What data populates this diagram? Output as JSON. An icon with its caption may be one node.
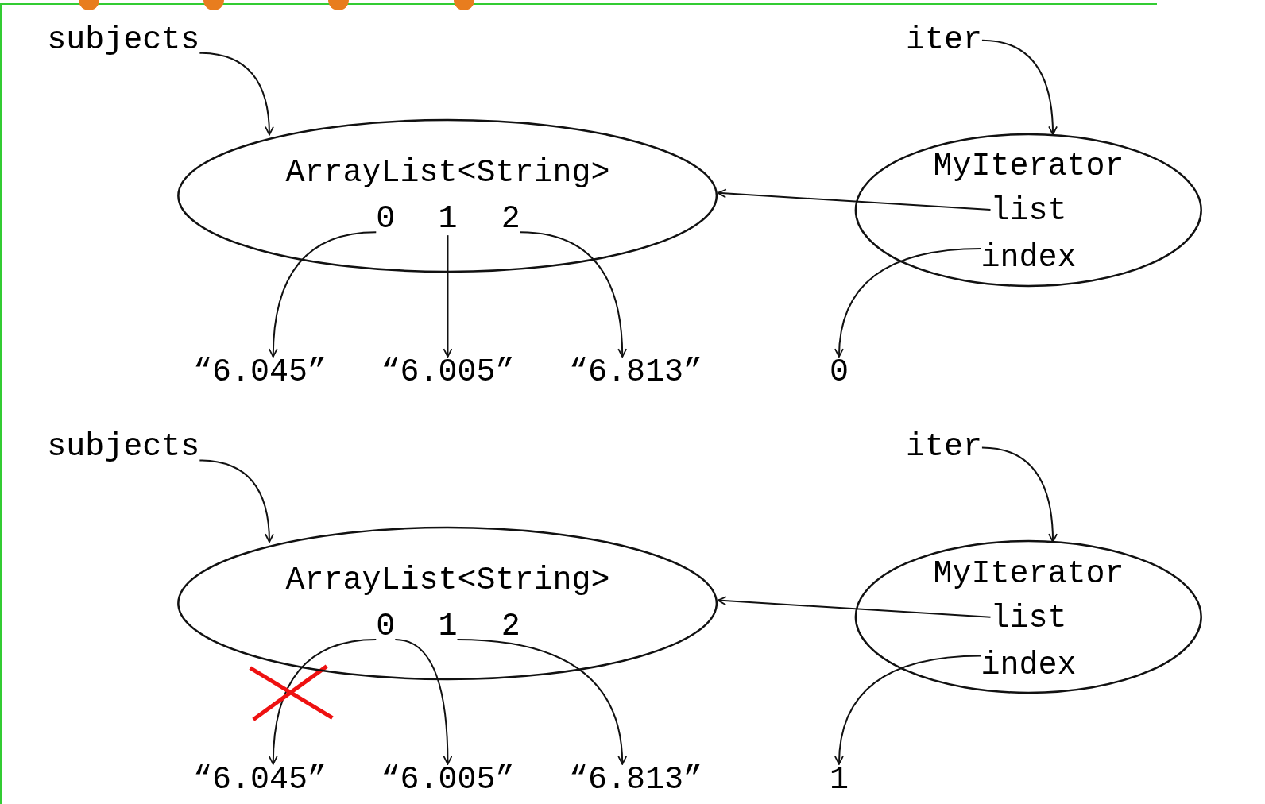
{
  "diagram": {
    "nodes": [
      {
        "text": [
          "subjects"
        ]
      },
      {
        "text": [
          "ArrayList<String>"
        ]
      },
      {
        "text": [
          "0"
        ],
        "in": 1
      },
      {
        "text": [
          "1"
        ],
        "in": 1
      },
      {
        "text": [
          "2"
        ],
        "in": 1
      },
      {
        "text": [
          "“6.045”"
        ]
      },
      {
        "text": [
          "“6.005”"
        ]
      },
      {
        "text": [
          "“6.813”"
        ]
      },
      {
        "text": [
          "iter"
        ]
      },
      {
        "text": [
          "MyIterator"
        ]
      },
      {
        "text": [
          "list"
        ],
        "in": 9
      },
      {
        "text": [
          "index"
        ],
        "in": 9
      },
      {
        "text": [
          "0"
        ]
      },
      {
        "text": [
          "subjects"
        ]
      },
      {
        "text": [
          "ArrayList<String>"
        ]
      },
      {
        "text": [
          "0"
        ],
        "in": 14
      },
      {
        "text": [
          "1"
        ],
        "in": 14
      },
      {
        "text": [
          "2"
        ],
        "in": 14
      },
      {
        "text": [
          "“6.045”"
        ]
      },
      {
        "text": [
          "“6.005”"
        ]
      },
      {
        "text": [
          "“6.813”"
        ]
      },
      {
        "text": [
          "iter"
        ]
      },
      {
        "text": [
          "MyIterator"
        ]
      },
      {
        "text": [
          "list"
        ],
        "in": 22
      },
      {
        "text": [
          "index"
        ],
        "in": 22
      },
      {
        "text": [
          "1"
        ]
      }
    ],
    "edges": [
      {
        "from": 0,
        "to": 1,
        "arrow": "to"
      },
      {
        "from": 2,
        "to": 5,
        "arrow": "to"
      },
      {
        "from": 3,
        "to": 6,
        "arrow": "to"
      },
      {
        "from": 4,
        "to": 7,
        "arrow": "to"
      },
      {
        "from": 8,
        "to": 9,
        "arrow": "to"
      },
      {
        "from": 10,
        "to": 1,
        "arrow": "to"
      },
      {
        "from": 11,
        "to": 12,
        "arrow": "to"
      },
      {
        "from": 13,
        "to": 14,
        "arrow": "to"
      },
      {
        "from": 15,
        "to": 18,
        "arrow": "to"
      },
      {
        "from": 15,
        "to": 19,
        "arrow": "to"
      },
      {
        "from": 16,
        "to": 20,
        "arrow": "to"
      },
      {
        "from": 21,
        "to": 22,
        "arrow": "to"
      },
      {
        "from": 23,
        "to": 14,
        "arrow": "to"
      },
      {
        "from": 24,
        "to": 25,
        "arrow": "to"
      }
    ]
  }
}
